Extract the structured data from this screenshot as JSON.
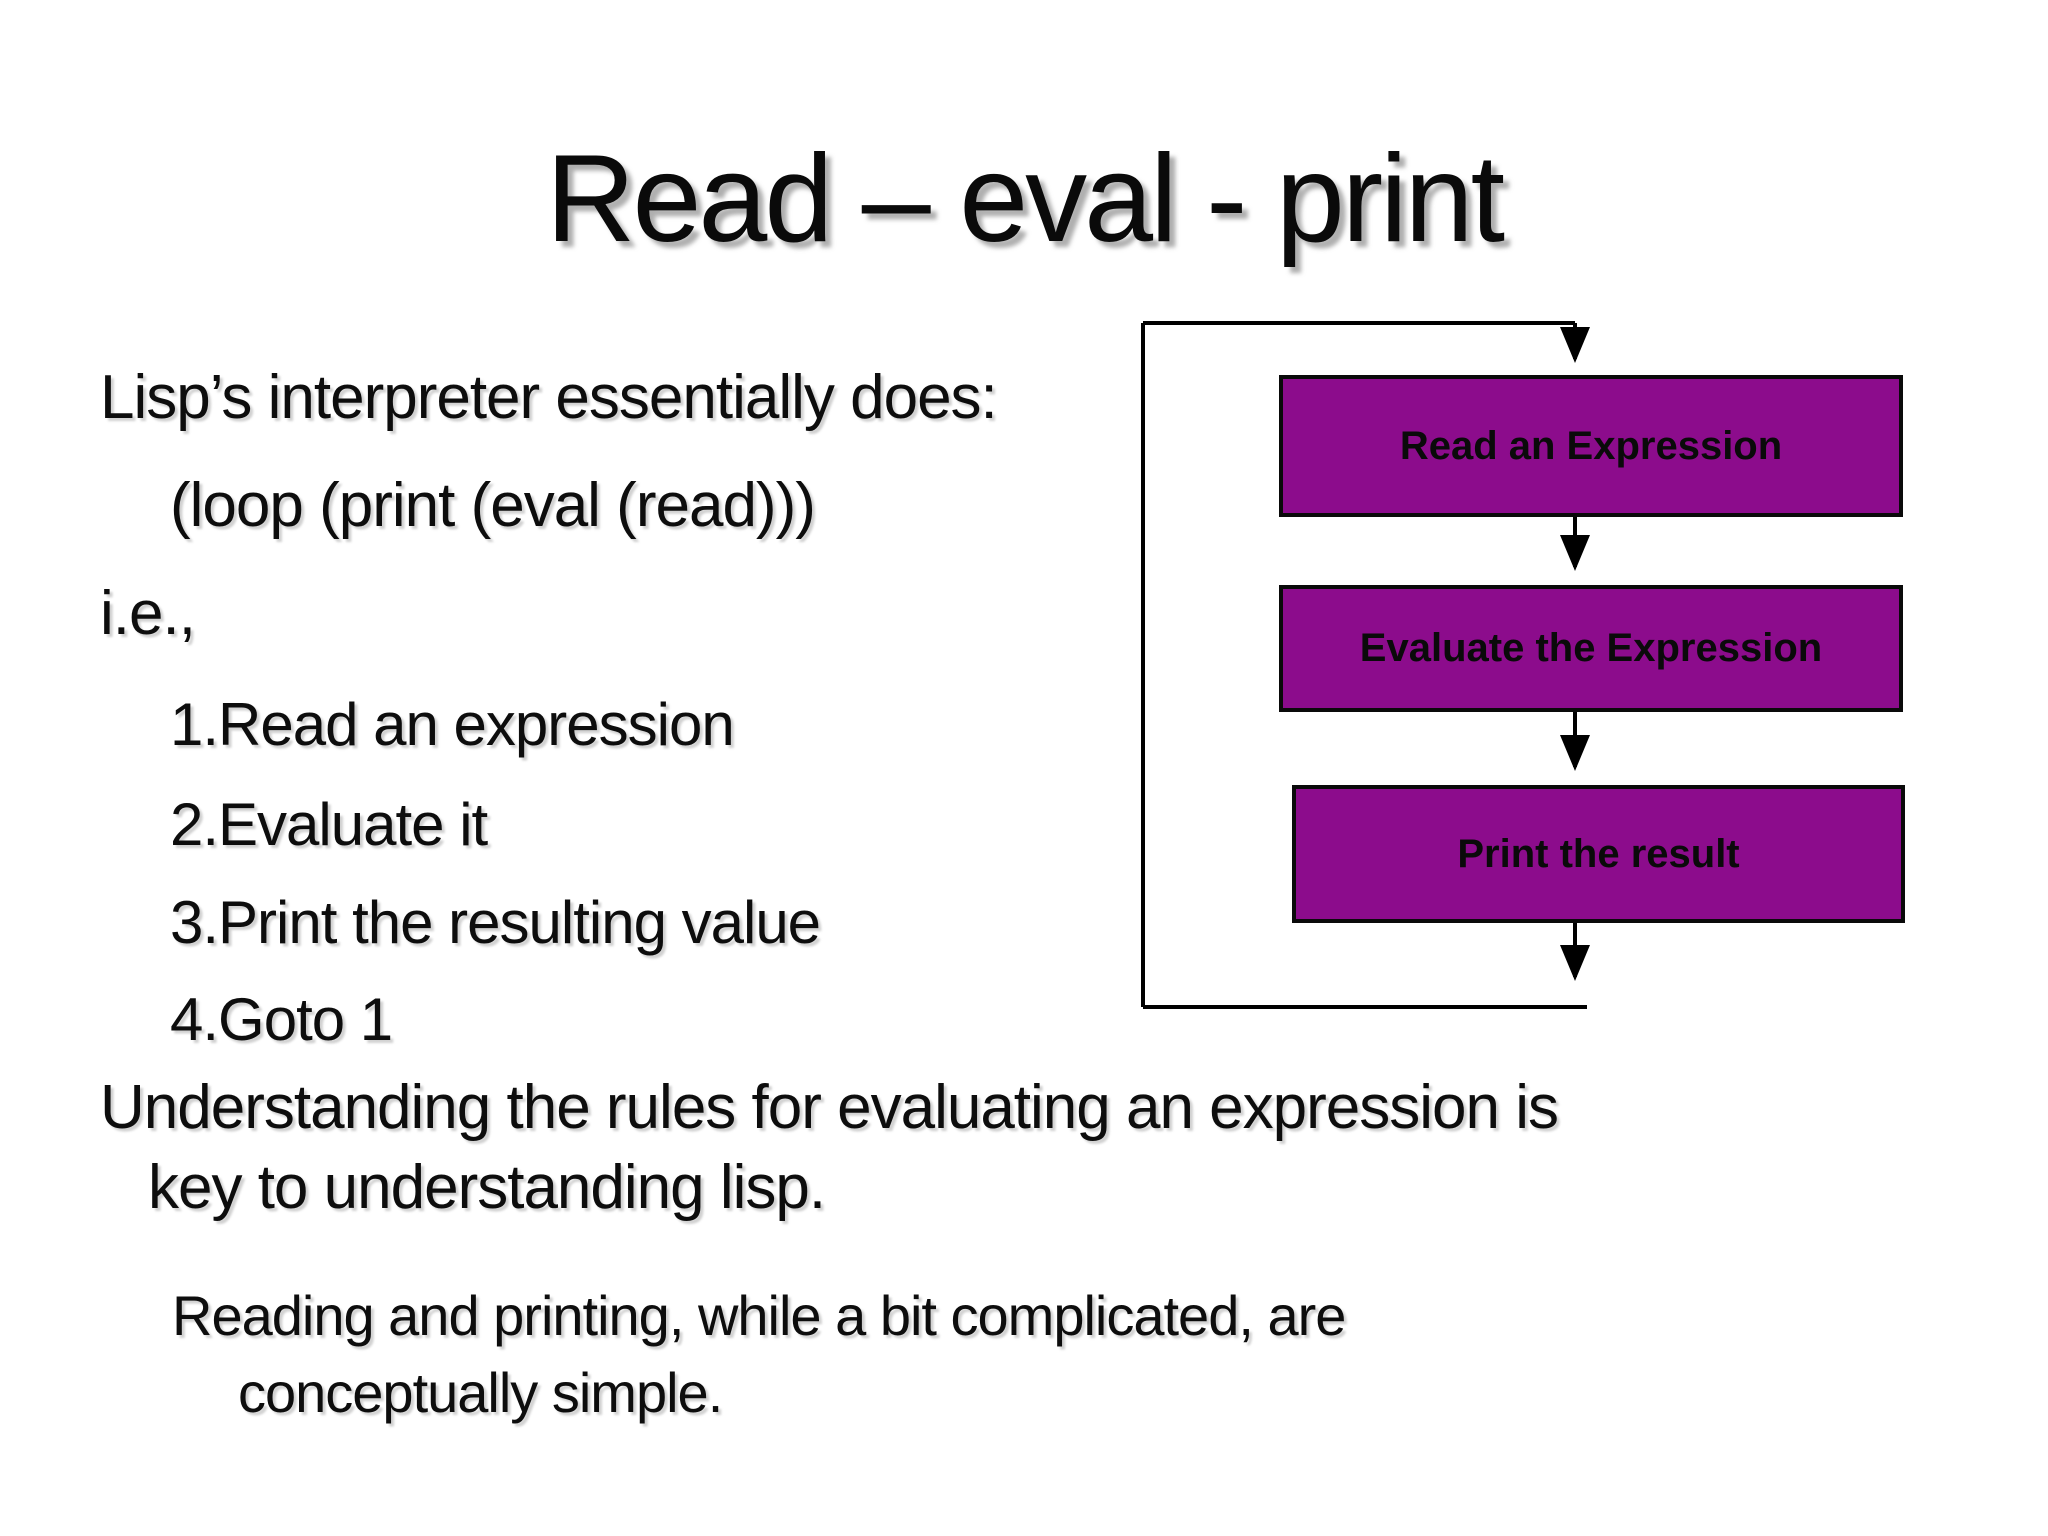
{
  "slide": {
    "title": "Read – eval - print",
    "intro": {
      "line1": "Lisp’s interpreter essentially does:",
      "code": "(loop (print (eval (read)))",
      "ie": "i.e.,"
    },
    "steps": [
      "1.Read an expression",
      "2.Evaluate it",
      "3.Print the resulting value",
      "4.Goto 1"
    ],
    "flowchart": {
      "box1": "Read an Expression",
      "box2": "Evaluate the Expression",
      "box3": "Print the result",
      "box_fill": "#8c0c8c",
      "line_color": "#000000"
    },
    "closing": {
      "p1_line1": "Understanding the rules for evaluating an expression is",
      "p1_line2": "key to understanding lisp.",
      "p2_line1": "Reading and printing, while a bit complicated, are",
      "p2_line2": "conceptually simple."
    }
  }
}
